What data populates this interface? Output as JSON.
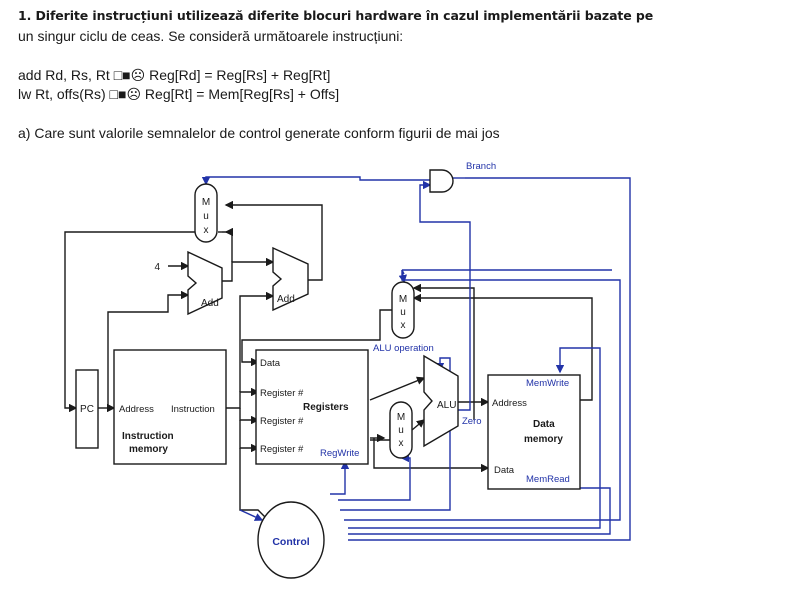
{
  "question": {
    "heading": "1.   Diferite instrucțiuni utilizează diferite blocuri hardware în cazul implementării bazate pe",
    "line2": "un singur ciclu de ceas. Se consideră următoarele instrucțiuni:",
    "instr1": "add Rd, Rs, Rt □■☹ Reg[Rd] = Reg[Rs] + Reg[Rt]",
    "instr2": "lw Rt, offs(Rs) □■☹ Reg[Rt] = Mem[Reg[Rs] + Offs]",
    "part_a": "a) Care sunt valorile semnalelor de control generate conform figurii de mai jos"
  },
  "diagram": {
    "branch": "Branch",
    "mux_top": [
      "M",
      "u",
      "x"
    ],
    "mux_alu_ctrl": [
      "M",
      "u",
      "x"
    ],
    "mux_alu_in": [
      "M",
      "u",
      "x"
    ],
    "const4": "4",
    "add1": "Add",
    "add2": "Add",
    "pc": "PC",
    "imem_address": "Address",
    "imem_instruction": "Instruction",
    "imem_title1": "Instruction",
    "imem_title2": "memory",
    "reg_data": "Data",
    "reg_r1": "Register #",
    "reg_r2": "Register #",
    "reg_r3": "Register #",
    "registers": "Registers",
    "regwrite": "RegWrite",
    "alu_operation": "ALU operation",
    "alu": "ALU",
    "zero": "Zero",
    "memwrite": "MemWrite",
    "dmem_address": "Address",
    "dmem_title1": "Data",
    "dmem_title2": "memory",
    "dmem_data": "Data",
    "memread": "MemRead",
    "control": "Control"
  },
  "colors": {
    "wire": "#1a1a1a",
    "control_blue": "#2233a8",
    "box_fill": "#ffffff"
  }
}
